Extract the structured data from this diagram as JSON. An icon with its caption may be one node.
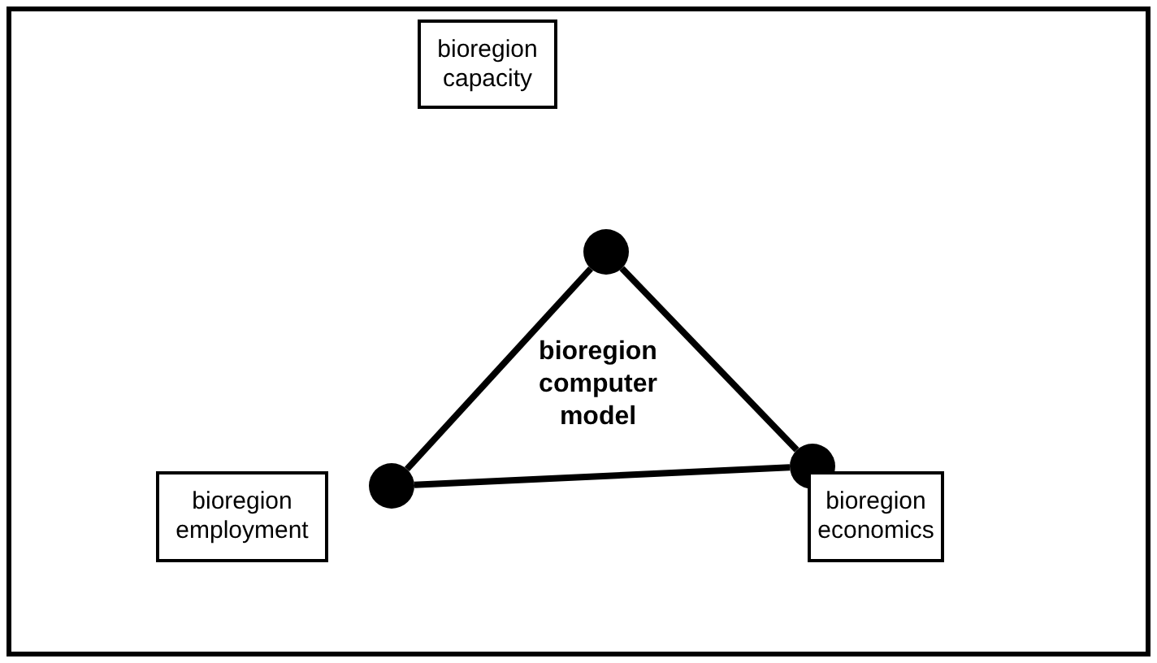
{
  "diagram": {
    "nodes": [
      {
        "text": [
          "bioregion capacity"
        ]
      },
      {
        "text": [
          "bioregion employment"
        ]
      },
      {
        "text": [
          "bioregion economics"
        ]
      },
      {
        "text": [],
        "shape": "circle"
      },
      {
        "text": [],
        "shape": "circle"
      },
      {
        "text": [],
        "shape": "circle"
      }
    ],
    "edges": [
      {
        "from": 3,
        "to": 4,
        "arrow": "none"
      },
      {
        "from": 3,
        "to": 5,
        "arrow": "none"
      },
      {
        "from": 4,
        "to": 5,
        "arrow": "none"
      }
    ],
    "labels": [
      "bioregion computer model"
    ]
  }
}
